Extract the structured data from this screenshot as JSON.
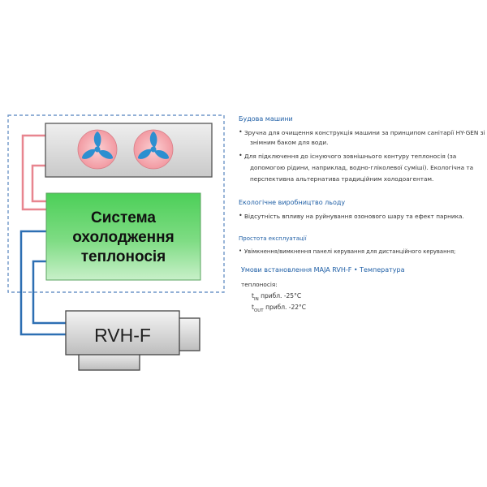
{
  "diagram": {
    "main_box_label": [
      "Система",
      "охолодження",
      "теплоносія"
    ],
    "unit_label": "RVH-F",
    "colors": {
      "dash_border": "#6f96c8",
      "pipe_red": "#e8858f",
      "pipe_blue": "#2d6fb3",
      "fan_blade": "#2d8fd0",
      "fan_disc": "#f6a8ae",
      "green_top": "#4cd15a",
      "green_bottom": "#c6f0c7"
    }
  },
  "info": {
    "section1": {
      "title": "Будова машини",
      "bullets": [
        [
          "Зручна для очищення конструкція машини за принципом санітарії HY-GEN зі",
          "знімним баком для води."
        ],
        [
          "Для підключення до існуючого зовнішнього контуру теплоносія (за",
          "допомогою рідини, наприклад, водно-гліколевої суміші). Екологічна та",
          "перспективна альтернатива традиційним холодоагентам."
        ]
      ]
    },
    "section2": {
      "title": "Екологічне виробництво льоду",
      "bullets": [
        [
          "Відсутність впливу на руйнування озонового шару та ефект парника."
        ]
      ]
    },
    "section3": {
      "title": "Простота експлуатації",
      "bullets": [
        [
          "Увімкнення/вимкнення панелі керування для дистанційного керування;"
        ]
      ]
    },
    "install": {
      "title": "Умови встановлення MAJA RVH-F • Температура",
      "subtitle": "теплоносія:",
      "t_symbol": "t",
      "in_sub": "IN",
      "in_value": "прибл. -25°C",
      "out_sub": "OUT",
      "out_value": "прибл. -22°C"
    }
  }
}
